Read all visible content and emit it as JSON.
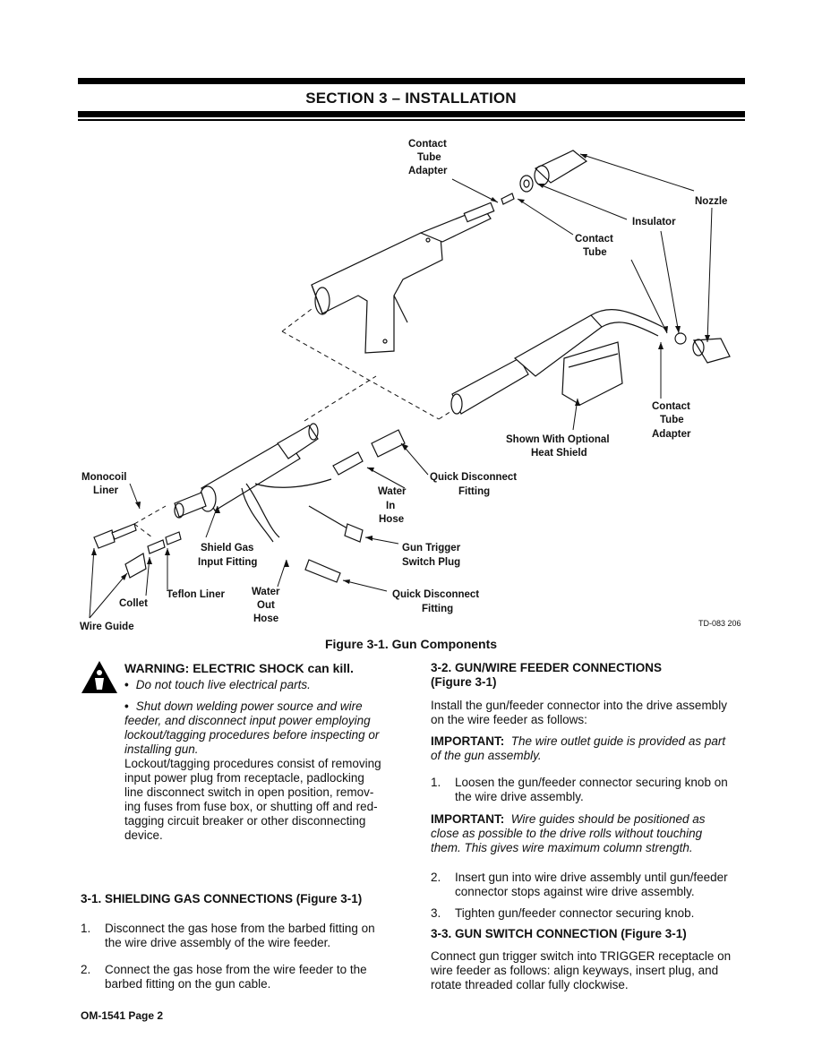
{
  "header": {
    "section_title": "SECTION 3 – INSTALLATION"
  },
  "figure": {
    "labels": {
      "contact_tube_adapter_top": [
        "Contact",
        "Tube",
        "Adapter"
      ],
      "nozzle": "Nozzle",
      "insulator": "Insulator",
      "contact_tube": [
        "Contact",
        "Tube"
      ],
      "contact_tube_adapter_right": [
        "Contact",
        "Tube",
        "Adapter"
      ],
      "heat_shield": [
        "Shown With Optional",
        "Heat Shield"
      ],
      "monocoil_liner": [
        "Monocoil",
        "Liner"
      ],
      "quick_disconnect_top": [
        "Quick Disconnect",
        "Fitting"
      ],
      "water_in": [
        "Water",
        "In",
        "Hose"
      ],
      "shield_gas": [
        "Shield Gas",
        "Input Fitting"
      ],
      "gun_trigger": [
        "Gun Trigger",
        "Switch Plug"
      ],
      "teflon_liner": "Teflon Liner",
      "collet": "Collet",
      "water_out": [
        "Water",
        "Out",
        "Hose"
      ],
      "quick_disconnect_bottom": [
        "Quick Disconnect",
        "Fitting"
      ],
      "wire_guide": "Wire Guide",
      "drawing_id": "TD-083 206"
    },
    "caption": "Figure 3-1. Gun Components"
  },
  "warning": {
    "title": "WARNING: ELECTRIC SHOCK can kill.",
    "bullet1": "Do not touch live electrical parts.",
    "bullet2_lines": [
      "Shut down welding power source and wire",
      "feeder, and disconnect input power employing",
      "lockout/tagging procedures before inspecting or",
      "installing gun."
    ],
    "body_lines": [
      "Lockout/tagging procedures consist of removing",
      "input power plug from receptacle, padlocking",
      "line disconnect switch in open position, remov-",
      "ing fuses from fuse box, or shutting off and red-",
      "tagging circuit breaker or other disconnecting",
      "device."
    ]
  },
  "sec_3_1": {
    "heading": "3-1.  SHIELDING GAS CONNECTIONS (Figure 3-1)",
    "steps": [
      {
        "n": "1.",
        "lines": [
          "Disconnect the gas hose from the barbed fitting on",
          "the wire drive assembly of the wire feeder."
        ]
      },
      {
        "n": "2.",
        "lines": [
          "Connect the gas hose from the wire feeder to the",
          "barbed fitting on the gun cable."
        ]
      }
    ]
  },
  "sec_3_2": {
    "heading_lines": [
      "3-2.  GUN/WIRE FEEDER CONNECTIONS",
      "(Figure 3-1)"
    ],
    "intro_lines": [
      "Install the gun/feeder connector into the drive assembly",
      "on the wire feeder as follows:"
    ],
    "important1_label": "IMPORTANT:",
    "important1_lines": [
      "The wire outlet guide is provided as part",
      "of the gun assembly."
    ],
    "step1": {
      "n": "1.",
      "lines": [
        "Loosen the gun/feeder connector securing knob on",
        "the wire drive assembly."
      ]
    },
    "important2_label": "IMPORTANT:",
    "important2_lines": [
      "Wire guides should be positioned as",
      "close as possible to the drive rolls without touching",
      "them. This gives wire maximum column strength."
    ],
    "step2": {
      "n": "2.",
      "lines": [
        "Insert gun into wire drive assembly until gun/feeder",
        "connector stops against wire drive assembly."
      ]
    },
    "step3": {
      "n": "3.",
      "lines": [
        "Tighten gun/feeder connector securing knob."
      ]
    }
  },
  "sec_3_3": {
    "heading": "3-3.  GUN SWITCH CONNECTION (Figure 3-1)",
    "body_lines": [
      "Connect gun trigger switch into TRIGGER receptacle on",
      "wire feeder as follows:  align keyways, insert plug, and",
      "rotate threaded collar fully clockwise."
    ]
  },
  "footer": {
    "page": "OM-1541 Page 2"
  }
}
